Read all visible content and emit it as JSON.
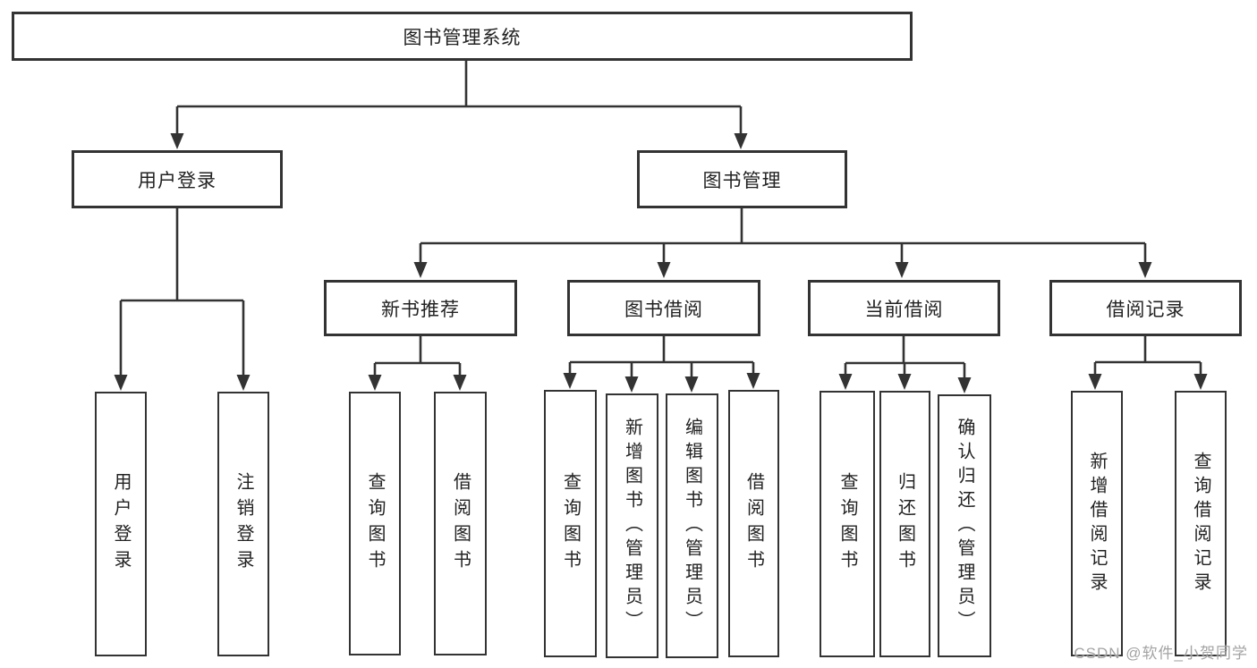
{
  "title": "图书管理系统",
  "watermark": {
    "text": "CSDN @软件_小贺同学"
  },
  "colors": {
    "line": "#333333",
    "text": "#222222",
    "background": "#ffffff"
  },
  "nodes": {
    "root": {
      "label": "图书管理系统"
    },
    "user_login": {
      "label": "用户登录"
    },
    "book_mgmt": {
      "label": "图书管理"
    },
    "new_book_rec": {
      "label": "新书推荐"
    },
    "book_borrow": {
      "label": "图书借阅"
    },
    "current_borrow": {
      "label": "当前借阅"
    },
    "borrow_record": {
      "label": "借阅记录"
    },
    "leaf_user_login": {
      "label": "用户登录"
    },
    "leaf_logout": {
      "label": "注销登录"
    },
    "leaf_nb_query": {
      "label": "查询图书"
    },
    "leaf_nb_borrow": {
      "label": "借阅图书"
    },
    "leaf_bb_query": {
      "label": "查询图书"
    },
    "leaf_bb_add": {
      "label": "新增图书（管理员）"
    },
    "leaf_bb_edit": {
      "label": "编辑图书（管理员）"
    },
    "leaf_bb_borrow": {
      "label": "借阅图书"
    },
    "leaf_cb_query": {
      "label": "查询图书"
    },
    "leaf_cb_return": {
      "label": "归还图书"
    },
    "leaf_cb_confirm": {
      "label": "确认归还（管理员）"
    },
    "leaf_br_add": {
      "label": "新增借阅记录"
    },
    "leaf_br_query": {
      "label": "查询借阅记录"
    }
  },
  "hierarchy": {
    "图书管理系统": {
      "用户登录": [
        "用户登录",
        "注销登录"
      ],
      "图书管理": {
        "新书推荐": [
          "查询图书",
          "借阅图书"
        ],
        "图书借阅": [
          "查询图书",
          "新增图书（管理员）",
          "编辑图书（管理员）",
          "借阅图书"
        ],
        "当前借阅": [
          "查询图书",
          "归还图书",
          "确认归还（管理员）"
        ],
        "借阅记录": [
          "新增借阅记录",
          "查询借阅记录"
        ]
      }
    }
  }
}
